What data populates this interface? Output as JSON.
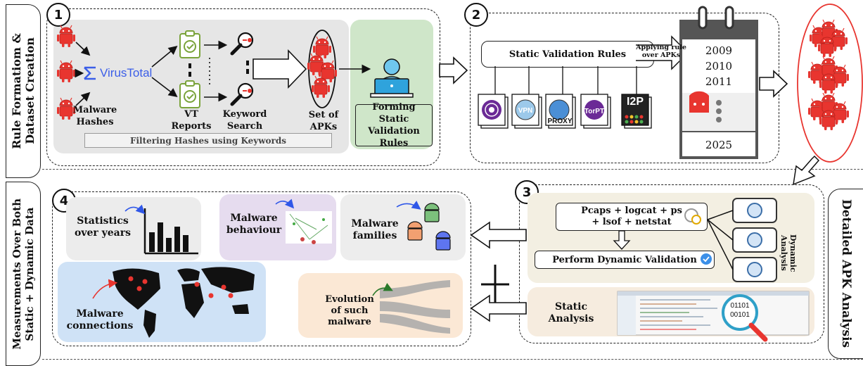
{
  "side_labels": {
    "left_top": "Rule Formatiom &\nDataset Creation",
    "left_bottom": "Measurements Over Both\nStatic + Dynamic Data",
    "right": "Detailed APK Analysis"
  },
  "step_numbers": [
    "1",
    "2",
    "3",
    "4"
  ],
  "stage1": {
    "virustotal": "VirusTotal",
    "malware_hashes": "Malware\nHashes",
    "vt_reports": "VT Reports",
    "keyword_search": "Keyword\nSearch",
    "set_of_apks": "Set of APKs",
    "filter_caption": "Filtering Hashes using Keywords",
    "forming_rules": "Forming Static\nValidation Rules"
  },
  "stage2": {
    "static_rules": "Static Validation Rules",
    "applying_rule": "Applying rule\nover APKs",
    "years": [
      "2009",
      "2010",
      "2011"
    ],
    "last_year": "2025",
    "file_icons": [
      "tor-file-icon",
      "vpn-file-icon",
      "proxy-file-icon",
      "torpt-file-icon",
      "i2p-file-icon"
    ],
    "icon_labels": {
      "vpn": "VPN",
      "proxy": "PROXY",
      "torpt": "TorPT",
      "i2p": "I2P"
    }
  },
  "stage3": {
    "pcaps": "Pcaps + logcat + ps\n+ lsof + netstat",
    "perform_dynamic": "Perform Dynamic Validation",
    "dynamic_analysis": "Dynamic\nAnalysis",
    "static_analysis": "Static\nAnalysis",
    "binary": "01101\n00101"
  },
  "stage4": {
    "statistics": "Statistics\nover years",
    "behaviour": "Malware\nbehaviour",
    "families": "Malware\nfamilies",
    "connections": "Malware\nconnections",
    "evolution": "Evolution\nof such\nmalware"
  },
  "colors": {
    "android_red": "#e8352f",
    "vt_blue": "#3b5ee8",
    "clipboard_green": "#7aa33a",
    "stage1_bg": "#e6e6e6",
    "rules_bg": "#cfe6c9",
    "stats_bg": "#ececec",
    "behaviour_bg": "#e6dcef",
    "families_bg": "#ededed",
    "map_bg": "#cfe2f6",
    "evolution_bg": "#fbe8d5",
    "dynamic_bg": "#f3efe2",
    "static_bg": "#f6ecdf"
  }
}
